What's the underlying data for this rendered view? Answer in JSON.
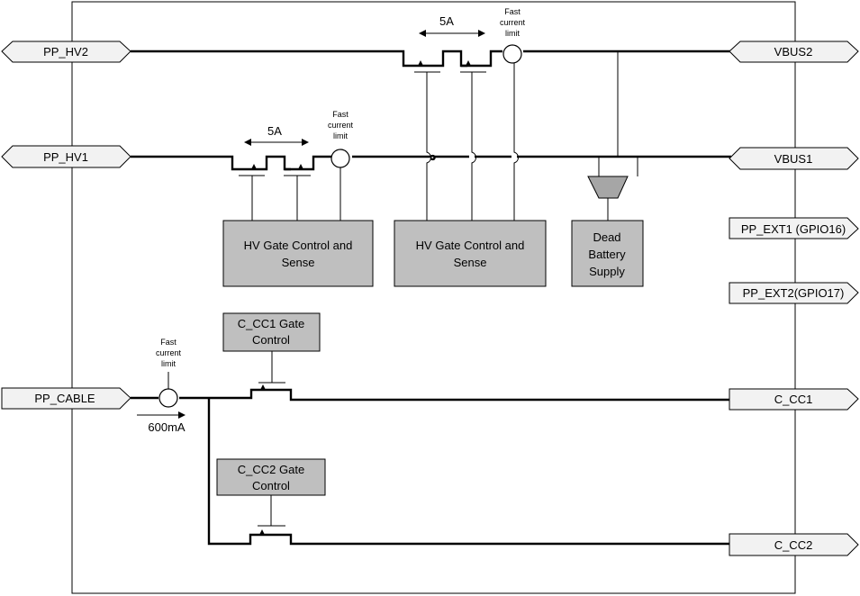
{
  "ports": {
    "pp_hv2": "PP_HV2",
    "pp_hv1": "PP_HV1",
    "pp_cable": "PP_CABLE",
    "vbus2": "VBUS2",
    "vbus1": "VBUS1",
    "pp_ext1": "PP_EXT1 (GPIO16)",
    "pp_ext2": "PP_EXT2(GPIO17)",
    "c_cc1": "C_CC1",
    "c_cc2": "C_CC2"
  },
  "blocks": {
    "hv_gate_1": [
      "HV Gate Control and",
      "Sense"
    ],
    "hv_gate_2": [
      "HV Gate Control and",
      "Sense"
    ],
    "dead_battery": [
      "Dead",
      "Battery",
      "Supply"
    ],
    "cc1_gate": [
      "C_CC1 Gate",
      "Control"
    ],
    "cc2_gate": [
      "C_CC2 Gate",
      "Control"
    ]
  },
  "annotations": {
    "current_hv2": "5A",
    "current_hv1": "5A",
    "current_cable": "600mA",
    "fast_limit_hv2": [
      "Fast",
      "current",
      "limit"
    ],
    "fast_limit_hv1": [
      "Fast",
      "current",
      "limit"
    ],
    "fast_limit_cable": [
      "Fast",
      "current",
      "limit"
    ]
  }
}
